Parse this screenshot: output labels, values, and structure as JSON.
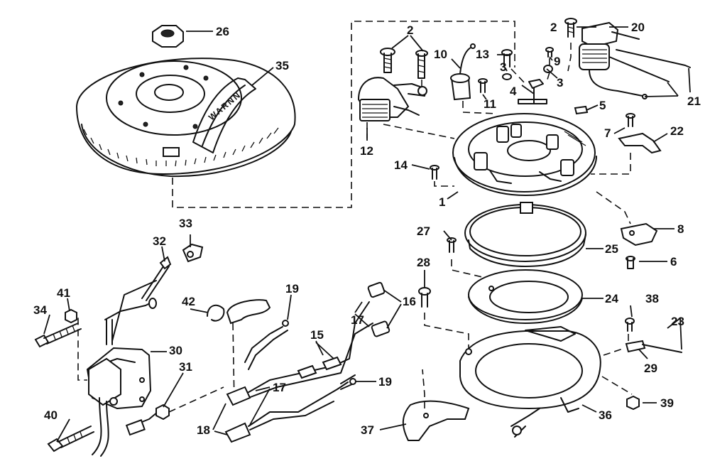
{
  "diagram": {
    "flywheel_decal": "WARNN",
    "callouts": [
      "26",
      "35",
      "2",
      "2",
      "20",
      "10",
      "13",
      "9",
      "3",
      "3",
      "4",
      "11",
      "12",
      "21",
      "5",
      "7",
      "22",
      "14",
      "1",
      "8",
      "27",
      "25",
      "6",
      "28",
      "24",
      "38",
      "23",
      "29",
      "33",
      "32",
      "41",
      "34",
      "42",
      "19",
      "16",
      "17",
      "15",
      "30",
      "31",
      "17",
      "19",
      "18",
      "40",
      "37",
      "36",
      "39"
    ]
  }
}
